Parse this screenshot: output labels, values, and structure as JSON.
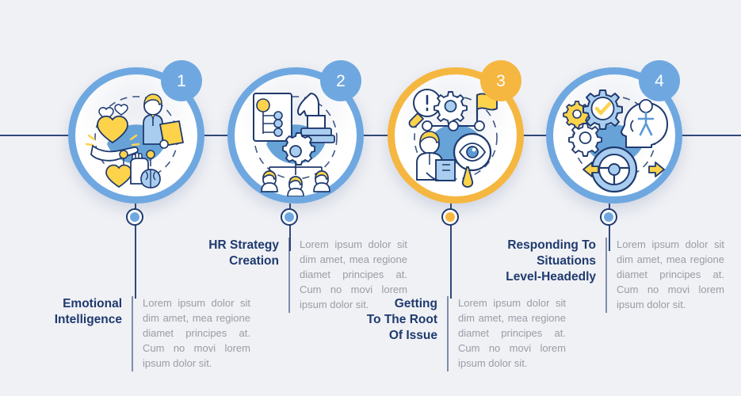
{
  "theme": {
    "background": "#f0f1f5",
    "accent_blue": "#6fa8e0",
    "accent_amber": "#f5b740",
    "title_navy": "#1f3a6e",
    "body_gray": "#9a9ca5",
    "icon_yellow": "#fcd34a",
    "icon_blue": "#5b9bd5"
  },
  "body_text": "Lorem ipsum dolor sit dim amet, mea regione diamet principes at. Cum no movi lorem ipsum dolor sit.",
  "steps": [
    {
      "number": "1",
      "title": "Emotional\nIntelligence",
      "description": "Lorem ipsum dolor sit dim amet, mea regione diamet principes at. Cum no movi lorem ipsum dolor sit.",
      "color": "#6fa8e0",
      "icon": "emotional-intelligence-icon"
    },
    {
      "number": "2",
      "title": "HR Strategy\nCreation",
      "description": "Lorem ipsum dolor sit dim amet, mea regione diamet principes at. Cum no movi lorem ipsum dolor sit.",
      "color": "#6fa8e0",
      "icon": "hr-strategy-icon"
    },
    {
      "number": "3",
      "title": "Getting\nTo The Root\nOf Issue",
      "description": "Lorem ipsum dolor sit dim amet, mea regione diamet principes at. Cum no movi lorem ipsum dolor sit.",
      "color": "#f5b740",
      "icon": "root-cause-analysis-icon"
    },
    {
      "number": "4",
      "title": "Responding To\nSituations\nLevel-Headedly",
      "description": "Lorem ipsum dolor sit dim amet, mea regione diamet principes at. Cum no movi lorem ipsum dolor sit.",
      "color": "#6fa8e0",
      "icon": "level-headed-response-icon"
    }
  ]
}
